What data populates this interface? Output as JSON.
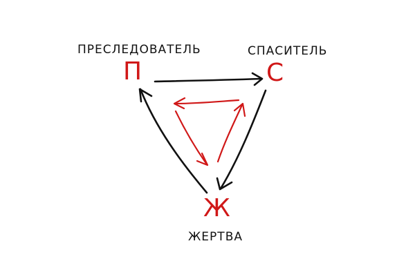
{
  "diagram": {
    "nodes": [
      {
        "id": "persecutor",
        "label": "ПРЕСЛЕДОВАТЕЛЬ",
        "letter": "П"
      },
      {
        "id": "rescuer",
        "label": "СПАСИТЕЛЬ",
        "letter": "С"
      },
      {
        "id": "victim",
        "label": "ЖЕРТВА",
        "letter": "Ж"
      }
    ],
    "outer_edges": [
      {
        "from": "persecutor",
        "to": "rescuer",
        "color": "#111111"
      },
      {
        "from": "rescuer",
        "to": "victim",
        "color": "#111111"
      },
      {
        "from": "victim",
        "to": "persecutor",
        "color": "#111111"
      }
    ],
    "inner_edges": [
      {
        "from": "rescuer",
        "to": "persecutor",
        "color": "#d01818"
      },
      {
        "from": "persecutor",
        "to": "victim",
        "color": "#d01818"
      },
      {
        "from": "victim",
        "to": "rescuer",
        "color": "#d01818"
      }
    ],
    "colors": {
      "letter": "#d01818",
      "text": "#111111",
      "background": "#ffffff"
    }
  }
}
